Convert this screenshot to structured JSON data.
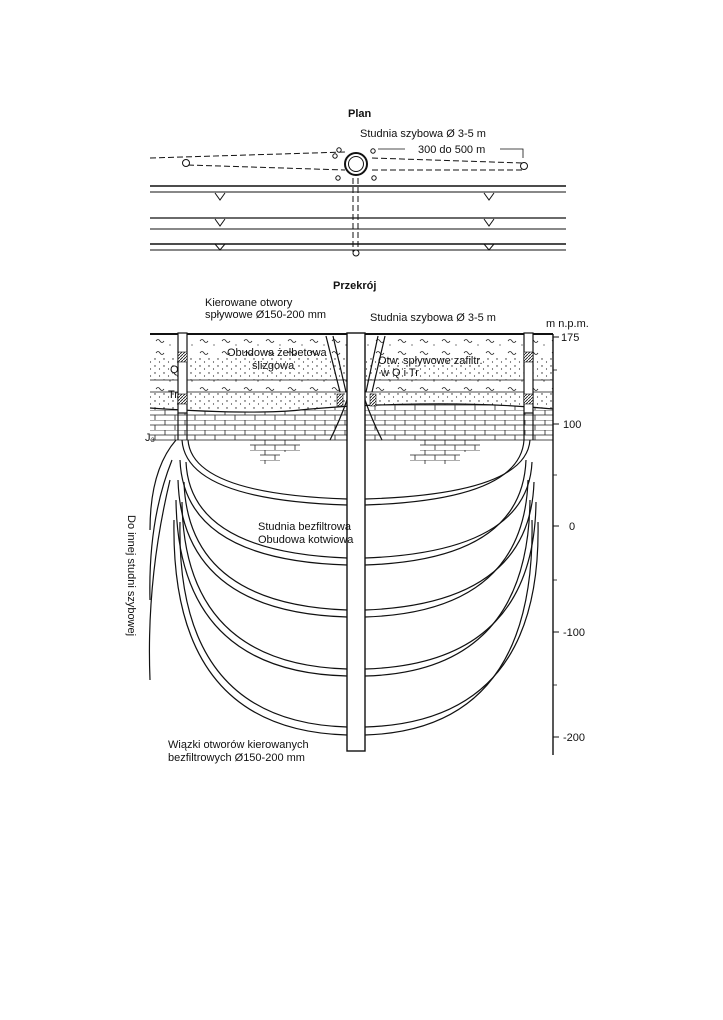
{
  "plan": {
    "title": "Plan",
    "shaft_label": "Studnia szybowa Ø 3-5 m",
    "spacing_label": "300 do 500 m"
  },
  "section": {
    "title": "Przekrój",
    "directed_holes_label_1": "Kierowane otwory",
    "directed_holes_label_2": "spływowe Ø150-200 mm",
    "shaft_label": "Studnia szybowa Ø 3-5 m",
    "axis_unit": "m n.p.m.",
    "lining_label_1": "Obudowa żelbetowa",
    "lining_label_2": "ślizgowa",
    "drain_label_1": "Otw. spływowe zafiltr.",
    "drain_label_2": "w Q i Tr",
    "layer_q": "Q",
    "layer_tr": "Tr",
    "layer_j3": "J₃",
    "filterless_label_1": "Studnia bezfiltrowa",
    "filterless_label_2": "Obudowa kotwiowa",
    "side_label": "Do innej studni szybowej",
    "bundle_label_1": "Wiązki otworów kierowanych",
    "bundle_label_2": "bezfiltrowych  Ø150-200 mm",
    "axis_ticks": [
      "175",
      "100",
      "0",
      "-100",
      "-200"
    ]
  }
}
